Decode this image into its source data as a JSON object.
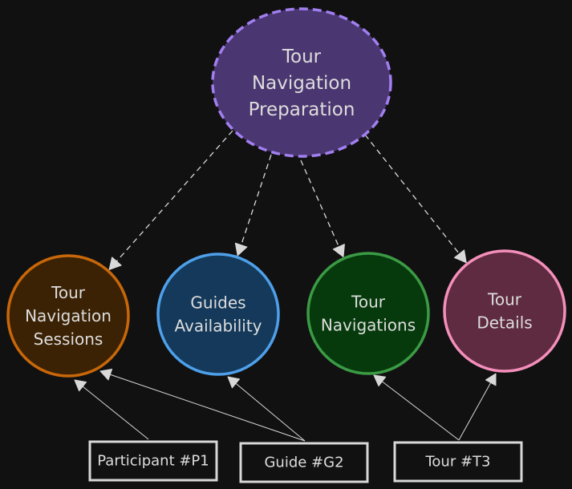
{
  "diagram": {
    "root": {
      "lines": [
        "Tour",
        "Navigation",
        "Preparation"
      ],
      "fill": "#4a3670",
      "stroke": "#a17ff0"
    },
    "entities": [
      {
        "id": "sessions",
        "lines": [
          "Tour",
          "Navigation",
          "Sessions"
        ],
        "fill": "#3b2204",
        "stroke": "#c8670a"
      },
      {
        "id": "guides",
        "lines": [
          "Guides",
          "Availability"
        ],
        "fill": "#14395a",
        "stroke": "#4ea0ea"
      },
      {
        "id": "navigations",
        "lines": [
          "Tour",
          "Navigations"
        ],
        "fill": "#063a0c",
        "stroke": "#3b9b45"
      },
      {
        "id": "details",
        "lines": [
          "Tour",
          "Details"
        ],
        "fill": "#5e2b40",
        "stroke": "#f48fbb"
      }
    ],
    "sources": [
      {
        "id": "participant",
        "label": "Participant #P1"
      },
      {
        "id": "guide",
        "label": "Guide #G2"
      },
      {
        "id": "tour",
        "label": "Tour #T3"
      }
    ],
    "edges": [
      {
        "from": "root",
        "to": "sessions",
        "style": "dashed"
      },
      {
        "from": "root",
        "to": "guides",
        "style": "dashed"
      },
      {
        "from": "root",
        "to": "navigations",
        "style": "dashed"
      },
      {
        "from": "root",
        "to": "details",
        "style": "dashed"
      },
      {
        "from": "participant",
        "to": "sessions",
        "style": "solid"
      },
      {
        "from": "guide",
        "to": "sessions",
        "style": "solid"
      },
      {
        "from": "guide",
        "to": "guides",
        "style": "solid"
      },
      {
        "from": "tour",
        "to": "navigations",
        "style": "solid"
      },
      {
        "from": "tour",
        "to": "details",
        "style": "solid"
      }
    ]
  }
}
